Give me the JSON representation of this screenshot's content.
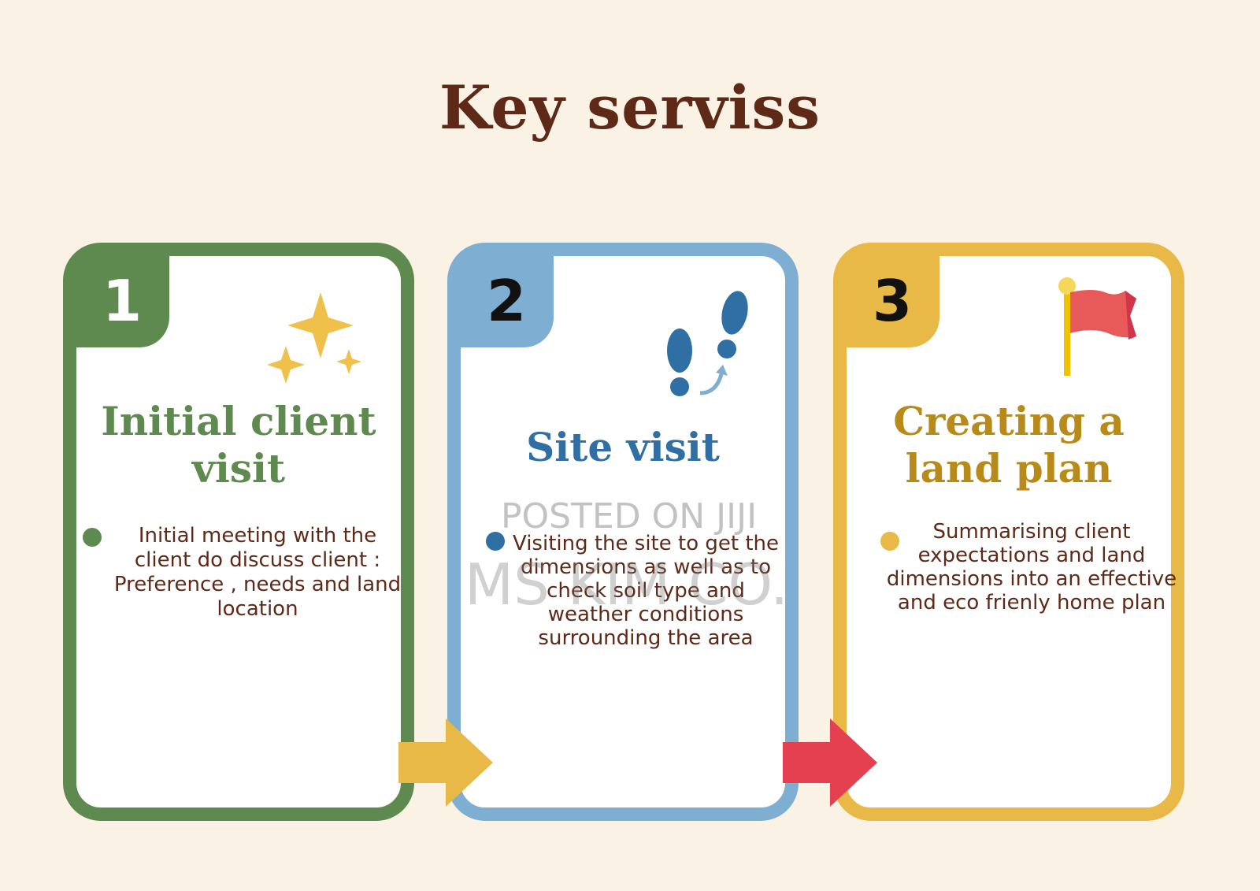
{
  "title": "Key serviss",
  "steps": [
    {
      "number": "1",
      "icon": "sparkles-icon",
      "title_line1": "Initial client",
      "title_line2": "visit",
      "text": "Initial meeting  with the client do discuss  client : Preference , needs  and land  location"
    },
    {
      "number": "2",
      "icon": "footsteps-icon",
      "title_line1": "Site visit",
      "text": "Visiting the site to get the dimensions as well as to check soil type and weather conditions surrounding the area"
    },
    {
      "number": "3",
      "icon": "flag-icon",
      "title_line1": "Creating a",
      "title_line2": "land plan",
      "text": "Summarising  client expectations and land dimensions into an effective  and eco frienly home  plan"
    }
  ],
  "watermark": {
    "line1": "POSTED ON JIJI",
    "line2": "MS KIM CO."
  },
  "colors": {
    "step1": "#5f8a4f",
    "step2": "#7eafd3",
    "step3": "#e8b947",
    "arrow1": "#e8b947",
    "arrow2": "#e5404f",
    "text": "#5e2a17"
  }
}
